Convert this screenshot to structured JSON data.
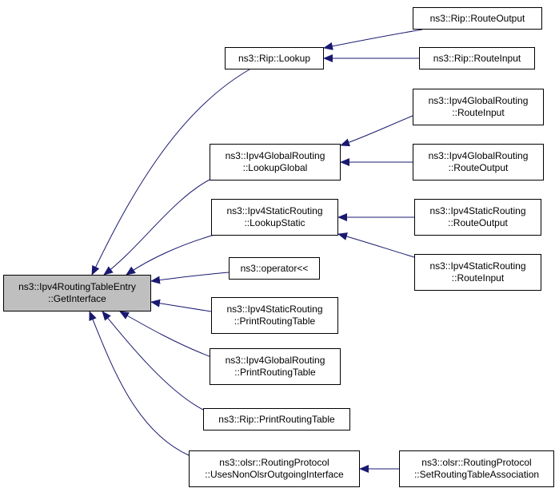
{
  "colors": {
    "edge": "#191970",
    "root_fill": "#bfbfbf",
    "node_fill": "#ffffff",
    "border": "#000000"
  },
  "nodes": {
    "root": {
      "line1": "ns3::Ipv4RoutingTableEntry",
      "line2": "::GetInterface"
    },
    "rip_lookup": {
      "line1": "ns3::Rip::Lookup"
    },
    "rip_route_output": {
      "line1": "ns3::Rip::RouteOutput"
    },
    "rip_route_input": {
      "line1": "ns3::Rip::RouteInput"
    },
    "global_lookup": {
      "line1": "ns3::Ipv4GlobalRouting",
      "line2": "::LookupGlobal"
    },
    "global_route_input": {
      "line1": "ns3::Ipv4GlobalRouting",
      "line2": "::RouteInput"
    },
    "global_route_output": {
      "line1": "ns3::Ipv4GlobalRouting",
      "line2": "::RouteOutput"
    },
    "static_lookup": {
      "line1": "ns3::Ipv4StaticRouting",
      "line2": "::LookupStatic"
    },
    "static_route_output": {
      "line1": "ns3::Ipv4StaticRouting",
      "line2": "::RouteOutput"
    },
    "static_route_input": {
      "line1": "ns3::Ipv4StaticRouting",
      "line2": "::RouteInput"
    },
    "operator_ll": {
      "line1": "ns3::operator<<"
    },
    "static_print": {
      "line1": "ns3::Ipv4StaticRouting",
      "line2": "::PrintRoutingTable"
    },
    "global_print": {
      "line1": "ns3::Ipv4GlobalRouting",
      "line2": "::PrintRoutingTable"
    },
    "rip_print": {
      "line1": "ns3::Rip::PrintRoutingTable"
    },
    "olsr_uses": {
      "line1": "ns3::olsr::RoutingProtocol",
      "line2": "::UsesNonOlsrOutgoingInterface"
    },
    "olsr_set": {
      "line1": "ns3::olsr::RoutingProtocol",
      "line2": "::SetRoutingTableAssociation"
    }
  }
}
